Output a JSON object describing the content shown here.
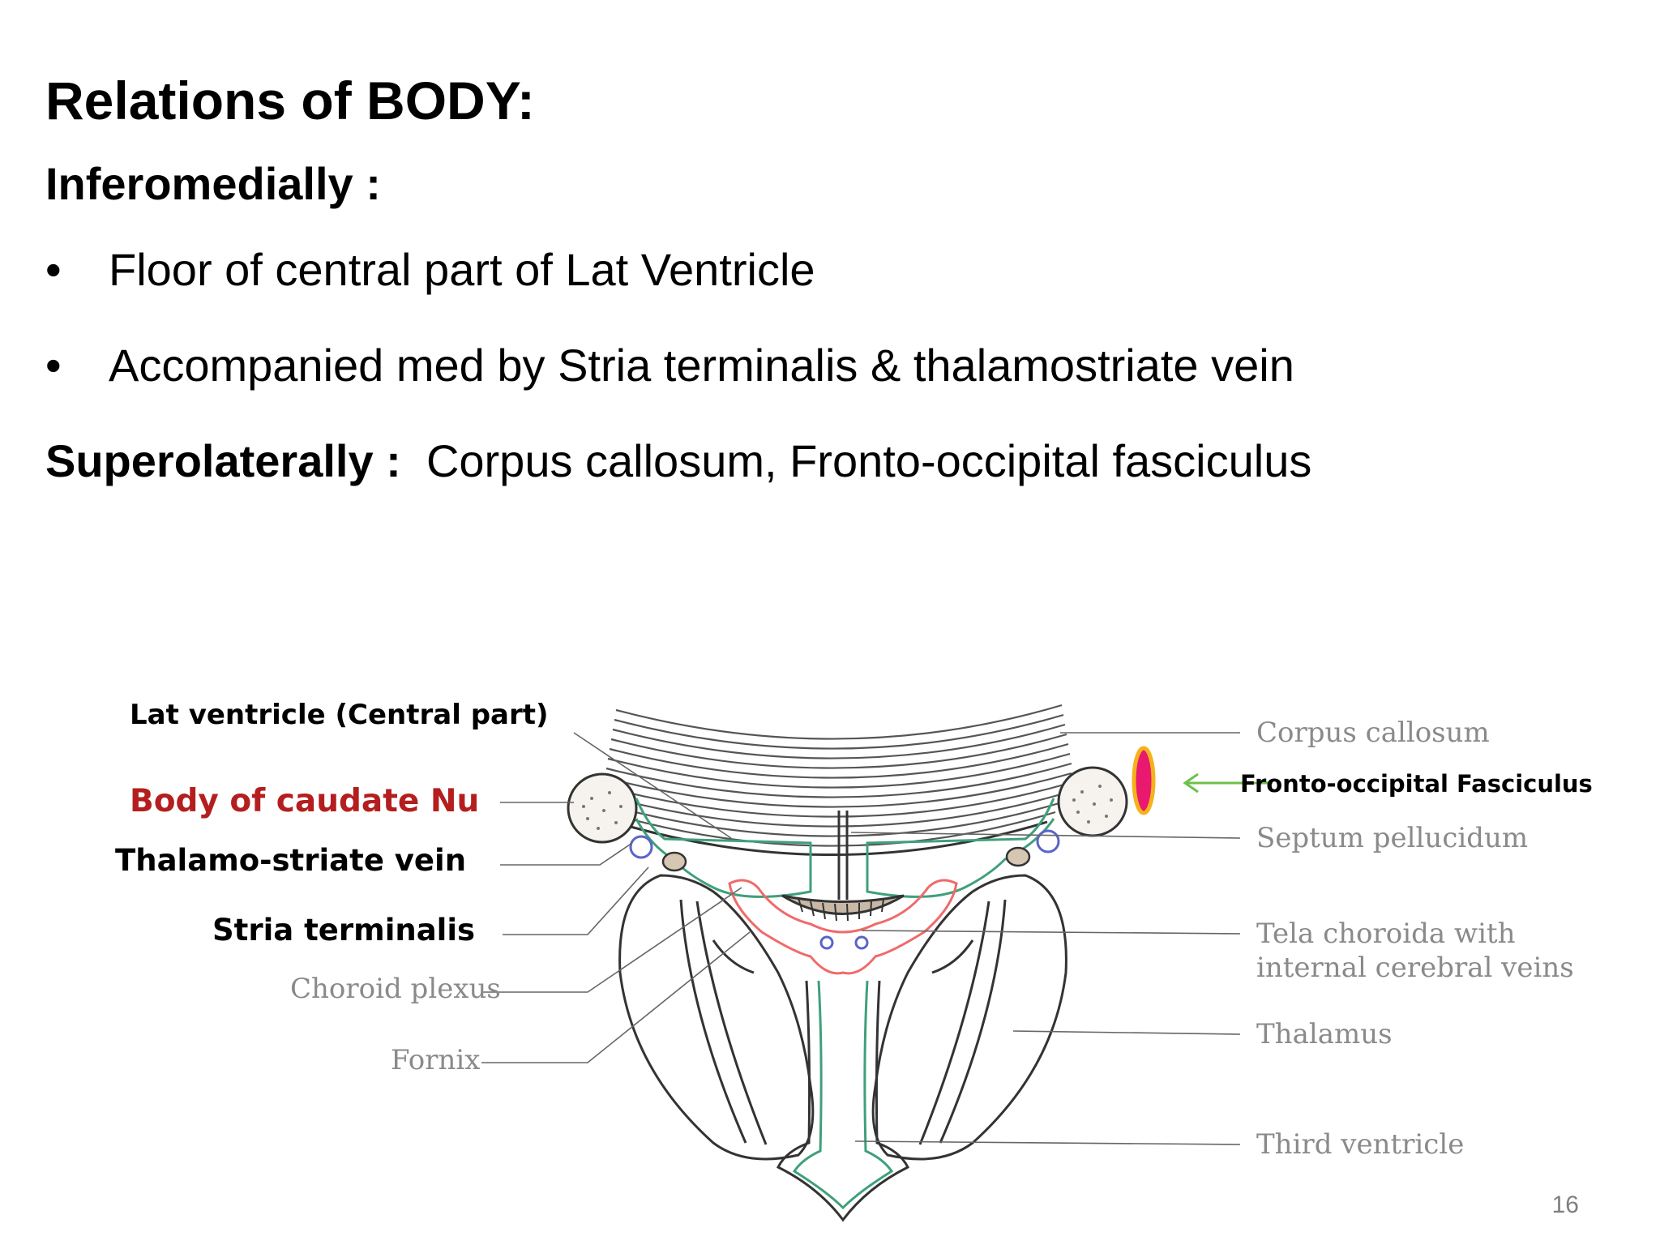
{
  "slide": {
    "title": "Relations of BODY:",
    "inferomedially_heading": "Inferomedially :",
    "bullets": [
      "Floor of central part of Lat Ventricle",
      "Accompanied med by Stria terminalis & thalamostriate vein"
    ],
    "bullet_glyph": "•",
    "superolaterally_label": "Superolaterally :",
    "superolaterally_text": "Corpus callosum, Fronto-occipital fasciculus",
    "page_number": "16"
  },
  "diagram": {
    "left_labels": {
      "lat_ventricle": "Lat ventricle (Central part)",
      "caudate": "Body of caudate Nu",
      "thalamo_striate": "Thalamo-striate vein",
      "stria": "Stria terminalis",
      "choroid": "Choroid plexus",
      "fornix": "Fornix"
    },
    "right_labels": {
      "corpus_callosum": "Corpus callosum",
      "fronto_occipital": "Fronto-occipital Fasciculus",
      "septum": "Septum pellucidum",
      "tela_line1": "Tela choroida with",
      "tela_line2": "internal cerebral veins",
      "thalamus": "Thalamus",
      "third_ventricle": "Third ventricle"
    },
    "colors": {
      "caudate_label": "#b41e1e",
      "fasciculus_fill": "#e8196e",
      "fasciculus_outline": "#f5b21a",
      "arrow": "#6cc24a",
      "ependyma": "#3fa07a",
      "tela": "#f06a6a",
      "vein": "#5a64c8"
    }
  }
}
